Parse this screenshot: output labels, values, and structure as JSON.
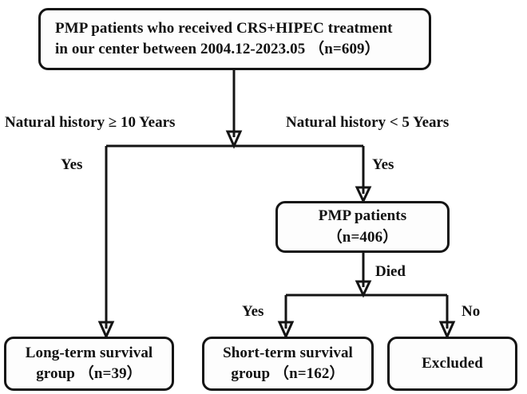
{
  "diagram": {
    "title": "PMP CRS+HIPEC patient selection flowchart",
    "line_color": "#141414",
    "box_fill": "#fdfdfd",
    "nodes": {
      "cohort": {
        "line1": "PMP patients who received CRS+HIPEC treatment",
        "line2": "in our center between 2004.12-2023.05 （n=609）"
      },
      "pmp_patients": {
        "line1": "PMP patients",
        "line2": "（n=406）"
      },
      "long_term": {
        "line1": "Long-term survival",
        "line2": "group （n=39）"
      },
      "short_term": {
        "line1": "Short-term survival",
        "line2": "group （n=162）"
      },
      "excluded": {
        "line1": "Excluded"
      }
    },
    "edge_labels": {
      "natural_history_long": "Natural history ≥ 10 Years",
      "yes_long": "Yes",
      "natural_history_short": "Natural history < 5 Years",
      "yes_short": "Yes",
      "died": "Died",
      "yes_died": "Yes",
      "no_died": "No"
    }
  }
}
